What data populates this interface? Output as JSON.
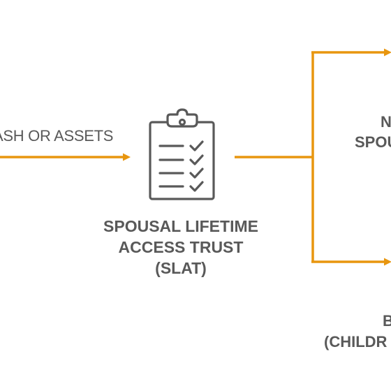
{
  "colors": {
    "arrow": "#e8960f",
    "text": "#595959",
    "icon": "#595959"
  },
  "source": {
    "label": "ASH OR ASSETS"
  },
  "trust": {
    "icon": "clipboard-checklist-icon",
    "label_line1": "SPOUSAL LIFETIME",
    "label_line2": "ACCESS TRUST",
    "label_line3": "(SLAT)"
  },
  "top_branch": {
    "label_line1": "N",
    "label_line2": "SPOU"
  },
  "bottom_branch": {
    "label_line1": "B",
    "label_line2": "(CHILDR"
  }
}
